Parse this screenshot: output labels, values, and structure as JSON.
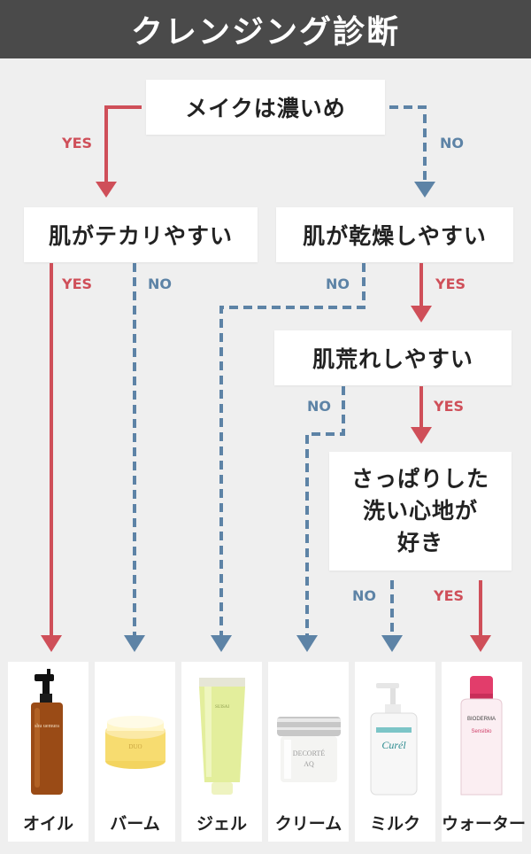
{
  "title": "クレンジング診断",
  "nodes": {
    "q1": "メイクは濃いめ",
    "q2": "肌がテカリやすい",
    "q3": "肌が乾燥しやすい",
    "q4": "肌荒れしやすい",
    "q5": "さっぱりした\n洗い心地が\n好き"
  },
  "edge_labels": {
    "yes": "YES",
    "no": "NO"
  },
  "results": [
    {
      "label": "オイル"
    },
    {
      "label": "バーム"
    },
    {
      "label": "ジェル"
    },
    {
      "label": "クリーム"
    },
    {
      "label": "ミルク"
    },
    {
      "label": "ウォーター"
    }
  ],
  "colors": {
    "yes": "#cf4f59",
    "no": "#5d83a6",
    "header": "#4a4a4a",
    "background": "#efefef"
  }
}
